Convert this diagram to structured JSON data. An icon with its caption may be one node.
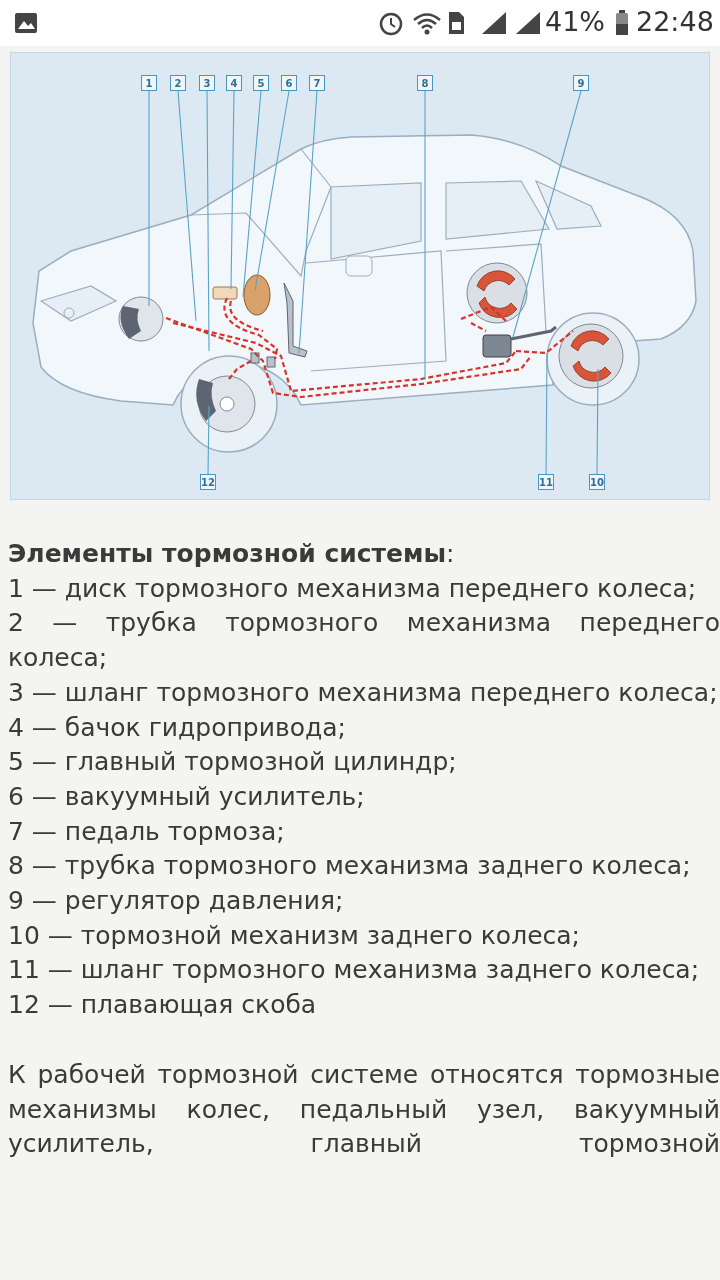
{
  "diagram": {
    "nodes": [
      {
        "text": [
          "1"
        ]
      },
      {
        "text": [
          "2"
        ]
      },
      {
        "text": [
          "3"
        ]
      },
      {
        "text": [
          "4"
        ]
      },
      {
        "text": [
          "5"
        ]
      },
      {
        "text": [
          "6"
        ]
      },
      {
        "text": [
          "7"
        ]
      },
      {
        "text": [
          "8"
        ]
      },
      {
        "text": [
          "9"
        ]
      },
      {
        "text": [
          "12"
        ]
      },
      {
        "text": [
          "11"
        ]
      },
      {
        "text": [
          "10"
        ]
      }
    ],
    "edges": [
      {
        "from": 0,
        "to": null,
        "arrow": "none"
      },
      {
        "from": 1,
        "to": null,
        "arrow": "none"
      },
      {
        "from": 2,
        "to": null,
        "arrow": "none"
      },
      {
        "from": 3,
        "to": null,
        "arrow": "none"
      },
      {
        "from": 4,
        "to": null,
        "arrow": "none"
      },
      {
        "from": 5,
        "to": null,
        "arrow": "none"
      },
      {
        "from": 6,
        "to": null,
        "arrow": "none"
      },
      {
        "from": 7,
        "to": null,
        "arrow": "none"
      },
      {
        "from": 8,
        "to": null,
        "arrow": "none"
      },
      {
        "from": 9,
        "to": null,
        "arrow": "none"
      },
      {
        "from": 10,
        "to": null,
        "arrow": "none"
      },
      {
        "from": 11,
        "to": null,
        "arrow": "none"
      }
    ],
    "labels": [
      "41%",
      "22:48",
      "**Элементы тормозной системы**:",
      "1 — диск тормозного механизма переднего колеса;",
      "2 — трубка тормозного механизма переднего колеса;",
      "3 — шланг тормозного механизма переднего колеса;",
      "4 — бачок гидропривода;",
      "5 — главный тормозной цилиндр;",
      "6 — вакуумный усилитель;",
      "7 — педаль тормоза;",
      "8 — трубка тормозного механизма заднего колеса;",
      "9 — регулятор давления;",
      "10 — тормозной механизм заднего колеса;",
      "11 — шланг тормозного механизма заднего колеса;",
      "12 — плавающая скоба",
      "К рабочей тормозной системе относятся тормозные механизмы колес, педальный узел, вакуумный усилитель, главный тормозной"
    ]
  }
}
